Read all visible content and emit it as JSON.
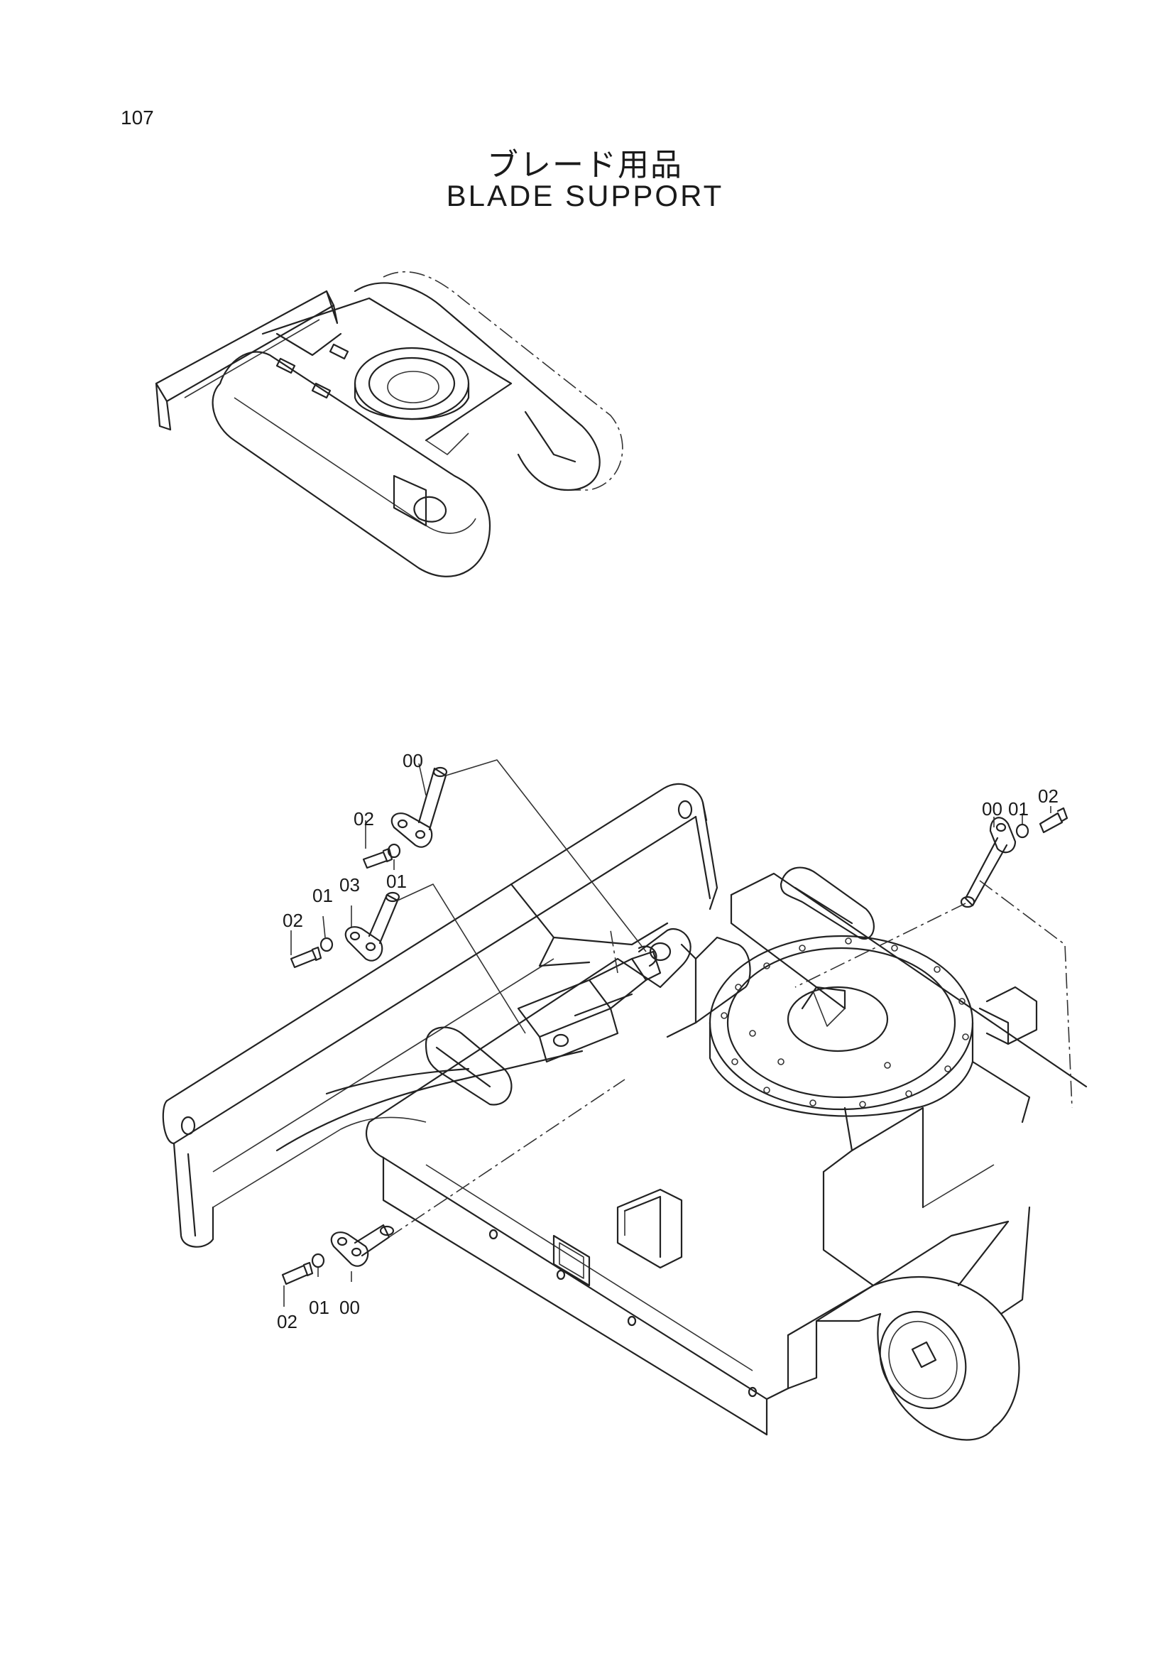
{
  "page": {
    "number": "107",
    "title_jp": "ブレード用品",
    "title_en": "BLADE  SUPPORT"
  },
  "callouts": [
    {
      "label": "00"
    },
    {
      "label": "02"
    },
    {
      "label": "01"
    },
    {
      "label": "01"
    },
    {
      "label": "03"
    },
    {
      "label": "02"
    },
    {
      "label": "00"
    },
    {
      "label": "01"
    },
    {
      "label": "02"
    },
    {
      "label": "02"
    },
    {
      "label": "01"
    },
    {
      "label": "00"
    }
  ],
  "icons": [
    "overview-crawler-undercarriage-icon",
    "blade-support-exploded-view-icon"
  ]
}
